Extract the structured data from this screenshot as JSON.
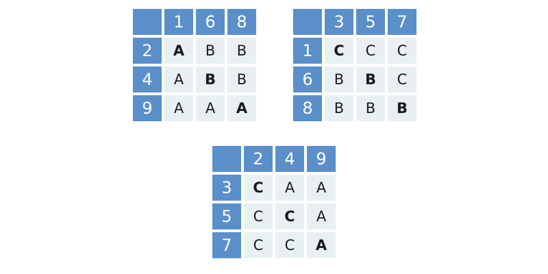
{
  "grids": [
    {
      "columns": [
        "1",
        "6",
        "8"
      ],
      "rows": [
        {
          "label": "2",
          "cells": [
            {
              "v": "A",
              "bold": true
            },
            {
              "v": "B",
              "bold": false
            },
            {
              "v": "B",
              "bold": false
            }
          ]
        },
        {
          "label": "4",
          "cells": [
            {
              "v": "A",
              "bold": false
            },
            {
              "v": "B",
              "bold": true
            },
            {
              "v": "B",
              "bold": false
            }
          ]
        },
        {
          "label": "9",
          "cells": [
            {
              "v": "A",
              "bold": false
            },
            {
              "v": "A",
              "bold": false
            },
            {
              "v": "A",
              "bold": true
            }
          ]
        }
      ]
    },
    {
      "columns": [
        "3",
        "5",
        "7"
      ],
      "rows": [
        {
          "label": "1",
          "cells": [
            {
              "v": "C",
              "bold": true
            },
            {
              "v": "C",
              "bold": false
            },
            {
              "v": "C",
              "bold": false
            }
          ]
        },
        {
          "label": "6",
          "cells": [
            {
              "v": "B",
              "bold": false
            },
            {
              "v": "B",
              "bold": true
            },
            {
              "v": "C",
              "bold": false
            }
          ]
        },
        {
          "label": "8",
          "cells": [
            {
              "v": "B",
              "bold": false
            },
            {
              "v": "B",
              "bold": false
            },
            {
              "v": "B",
              "bold": true
            }
          ]
        }
      ]
    },
    {
      "columns": [
        "2",
        "4",
        "9"
      ],
      "rows": [
        {
          "label": "3",
          "cells": [
            {
              "v": "C",
              "bold": true
            },
            {
              "v": "A",
              "bold": false
            },
            {
              "v": "A",
              "bold": false
            }
          ]
        },
        {
          "label": "5",
          "cells": [
            {
              "v": "C",
              "bold": false
            },
            {
              "v": "C",
              "bold": true
            },
            {
              "v": "A",
              "bold": false
            }
          ]
        },
        {
          "label": "7",
          "cells": [
            {
              "v": "C",
              "bold": false
            },
            {
              "v": "C",
              "bold": false
            },
            {
              "v": "A",
              "bold": true
            }
          ]
        }
      ]
    }
  ],
  "colors": {
    "header_bg": "#5b8fca",
    "header_text": "#ffffff",
    "cell_bg": "#e9f0f2",
    "cell_text": "#1a1a1a"
  }
}
